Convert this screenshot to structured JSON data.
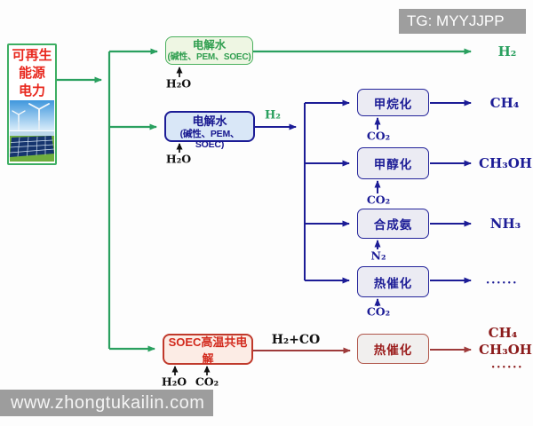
{
  "watermarks": {
    "top_badge": "TG: MYYJJPP",
    "bottom_bar": "www.zhongtukailin.com"
  },
  "source": {
    "line1": "可再生",
    "line2": "能源",
    "line3": "电力"
  },
  "electrolysis_green": {
    "title": "电解水",
    "subtitle": "(碱性、PEM、SOEC)",
    "input": "H₂O",
    "output": "H₂"
  },
  "electrolysis_blue": {
    "title": "电解水",
    "subtitle": "(碱性、PEM、SOEC)",
    "input": "H₂O",
    "intermediate": "H₂"
  },
  "soec": {
    "title": "SOEC高温共电解",
    "input_water": "H₂O",
    "input_co2": "CO₂",
    "output": "H₂+CO"
  },
  "processes": {
    "methanation": {
      "label": "甲烷化",
      "input": "CO₂",
      "output": "CH₄"
    },
    "methanol": {
      "label": "甲醇化",
      "input": "CO₂",
      "output": "CH₃OH"
    },
    "ammonia": {
      "label": "合成氨",
      "input": "N₂",
      "output": "NH₃"
    },
    "thermo_blue": {
      "label": "热催化",
      "input": "CO₂",
      "output": "......"
    },
    "thermo_red": {
      "label": "热催化",
      "output_a": "CH₄",
      "output_b": "CH₃OH",
      "output_c": "......"
    }
  },
  "colors": {
    "green_line": "#2aa05f",
    "navy_line": "#1c1c96",
    "red_line": "#9e3b3b",
    "dark_red_text": "#8b1a1a",
    "source_text_red": "#e8281e",
    "soec_border": "#c0392b",
    "watermark_gray": "#9e9e9e"
  }
}
